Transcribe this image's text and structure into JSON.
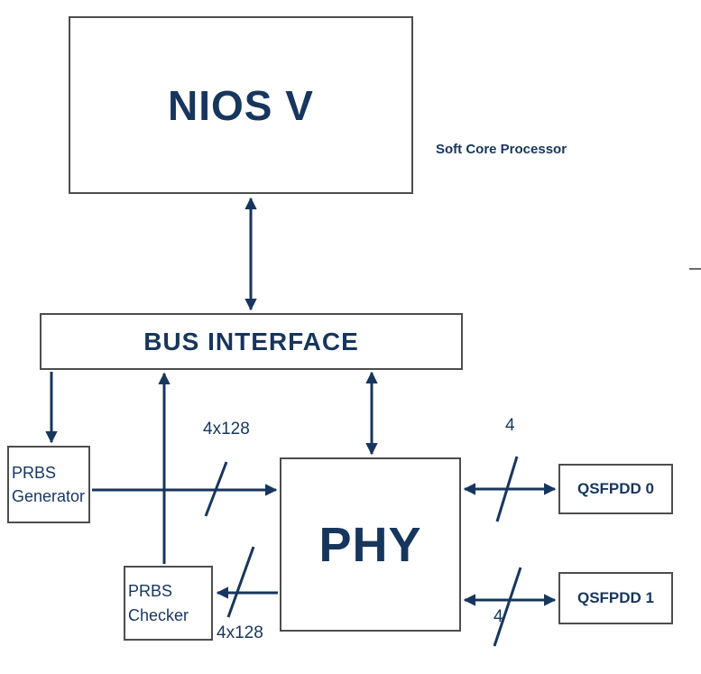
{
  "diagram": {
    "title": "NIOS V PHY block diagram",
    "nodes": {
      "nios_v": {
        "label": "NIOS V"
      },
      "bus_interface": {
        "label": "BUS INTERFACE"
      },
      "prbs_generator": {
        "label": "PRBS Generator"
      },
      "prbs_checker": {
        "label": "PRBS Checker"
      },
      "phy": {
        "label": "PHY"
      },
      "qsfpdd0": {
        "label": "QSFPDD 0"
      },
      "qsfpdd1": {
        "label": "QSFPDD 1"
      }
    },
    "annotations": {
      "soft_core_processor": "Soft Core Processor",
      "bus_width_generator": "4x128",
      "bus_width_checker": "4x128",
      "lanes_qsfpdd0": "4",
      "lanes_qsfpdd1": "4"
    },
    "edges": [
      {
        "from": "nios_v",
        "to": "bus_interface",
        "bidirectional": true
      },
      {
        "from": "bus_interface",
        "to": "prbs_generator",
        "bidirectional": false
      },
      {
        "from": "prbs_checker",
        "to": "bus_interface",
        "bidirectional": false
      },
      {
        "from": "bus_interface",
        "to": "phy",
        "bidirectional": true
      },
      {
        "from": "prbs_generator",
        "to": "phy",
        "bidirectional": false,
        "width_label": "4x128"
      },
      {
        "from": "phy",
        "to": "prbs_checker",
        "bidirectional": false,
        "width_label": "4x128"
      },
      {
        "from": "phy",
        "to": "qsfpdd0",
        "bidirectional": true,
        "width_label": "4"
      },
      {
        "from": "phy",
        "to": "qsfpdd1",
        "bidirectional": true,
        "width_label": "4"
      }
    ]
  },
  "colors": {
    "navy": "#17365d",
    "border": "#4d4d4d",
    "background": "#ffffff"
  }
}
